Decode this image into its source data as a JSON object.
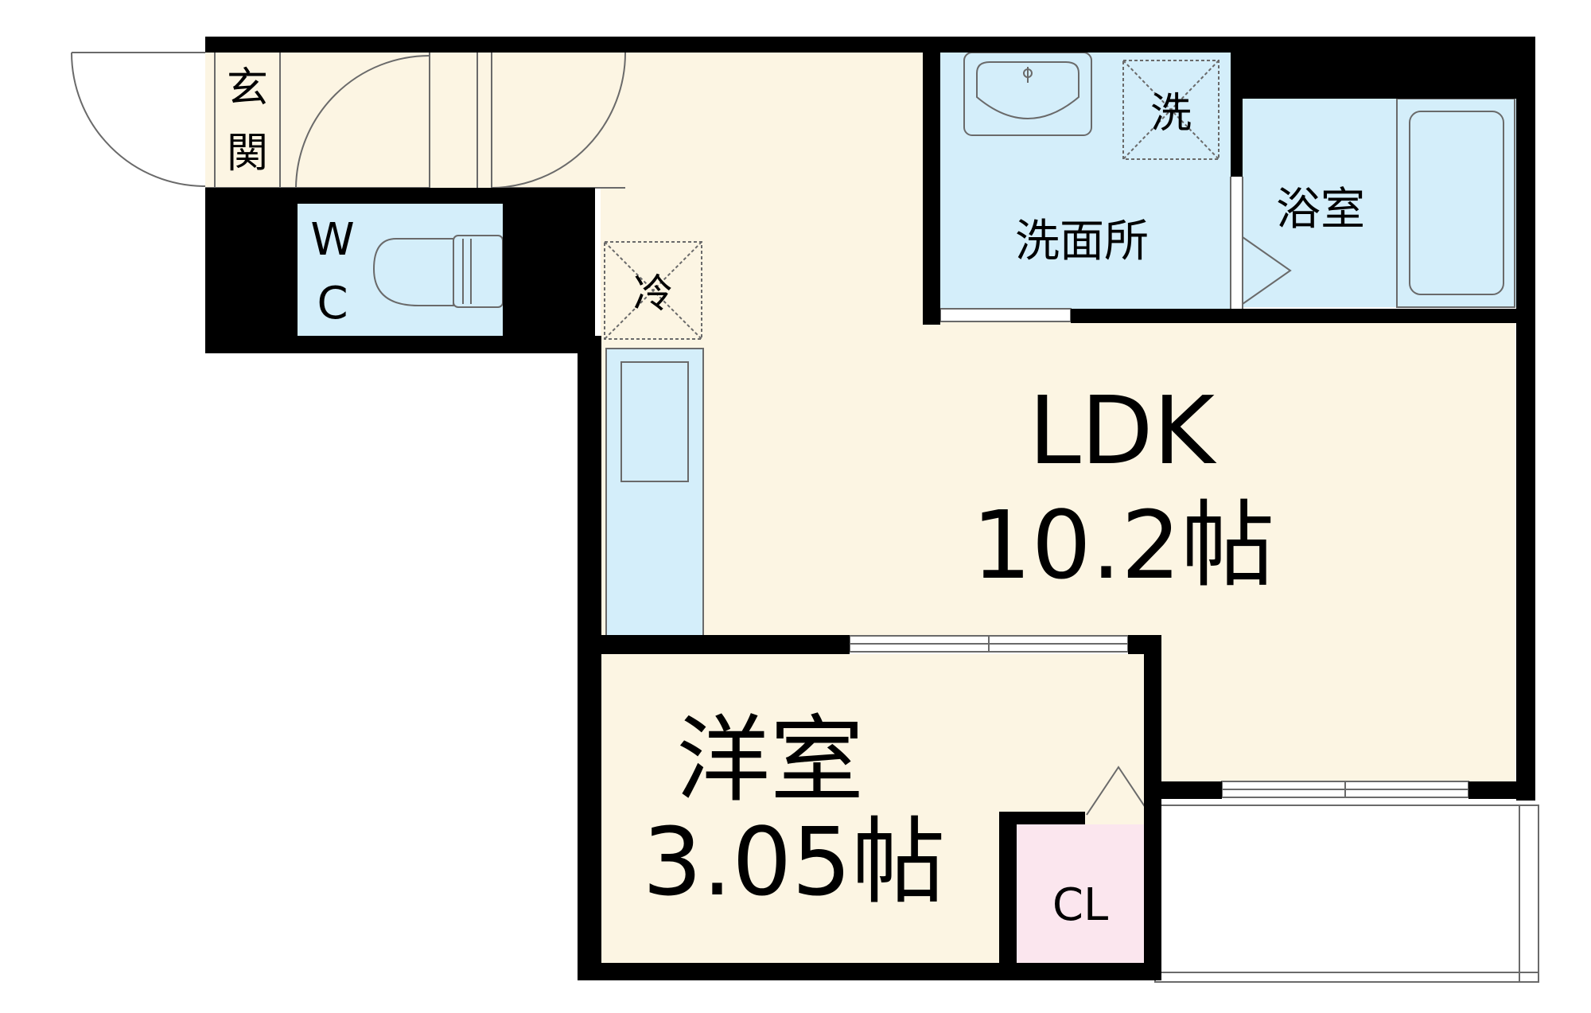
{
  "floor_plan": {
    "rooms": {
      "genkan": {
        "label": "玄関"
      },
      "wc": {
        "label_top": "W",
        "label_bottom": "C"
      },
      "washroom": {
        "label": "洗面所"
      },
      "washing_machine": {
        "label": "洗"
      },
      "bathroom": {
        "label": "浴室"
      },
      "fridge": {
        "label": "冷"
      },
      "ldk": {
        "label": "LDK",
        "size": "10.2帖"
      },
      "western_room": {
        "label": "洋室",
        "size": "3.05帖"
      },
      "closet": {
        "label": "CL"
      }
    },
    "colors": {
      "floor": "#fcf5e3",
      "wet_area": "#d4eefa",
      "storage": "#fbe6ee",
      "wall": "#000000",
      "line": "#6a6a6a"
    }
  }
}
